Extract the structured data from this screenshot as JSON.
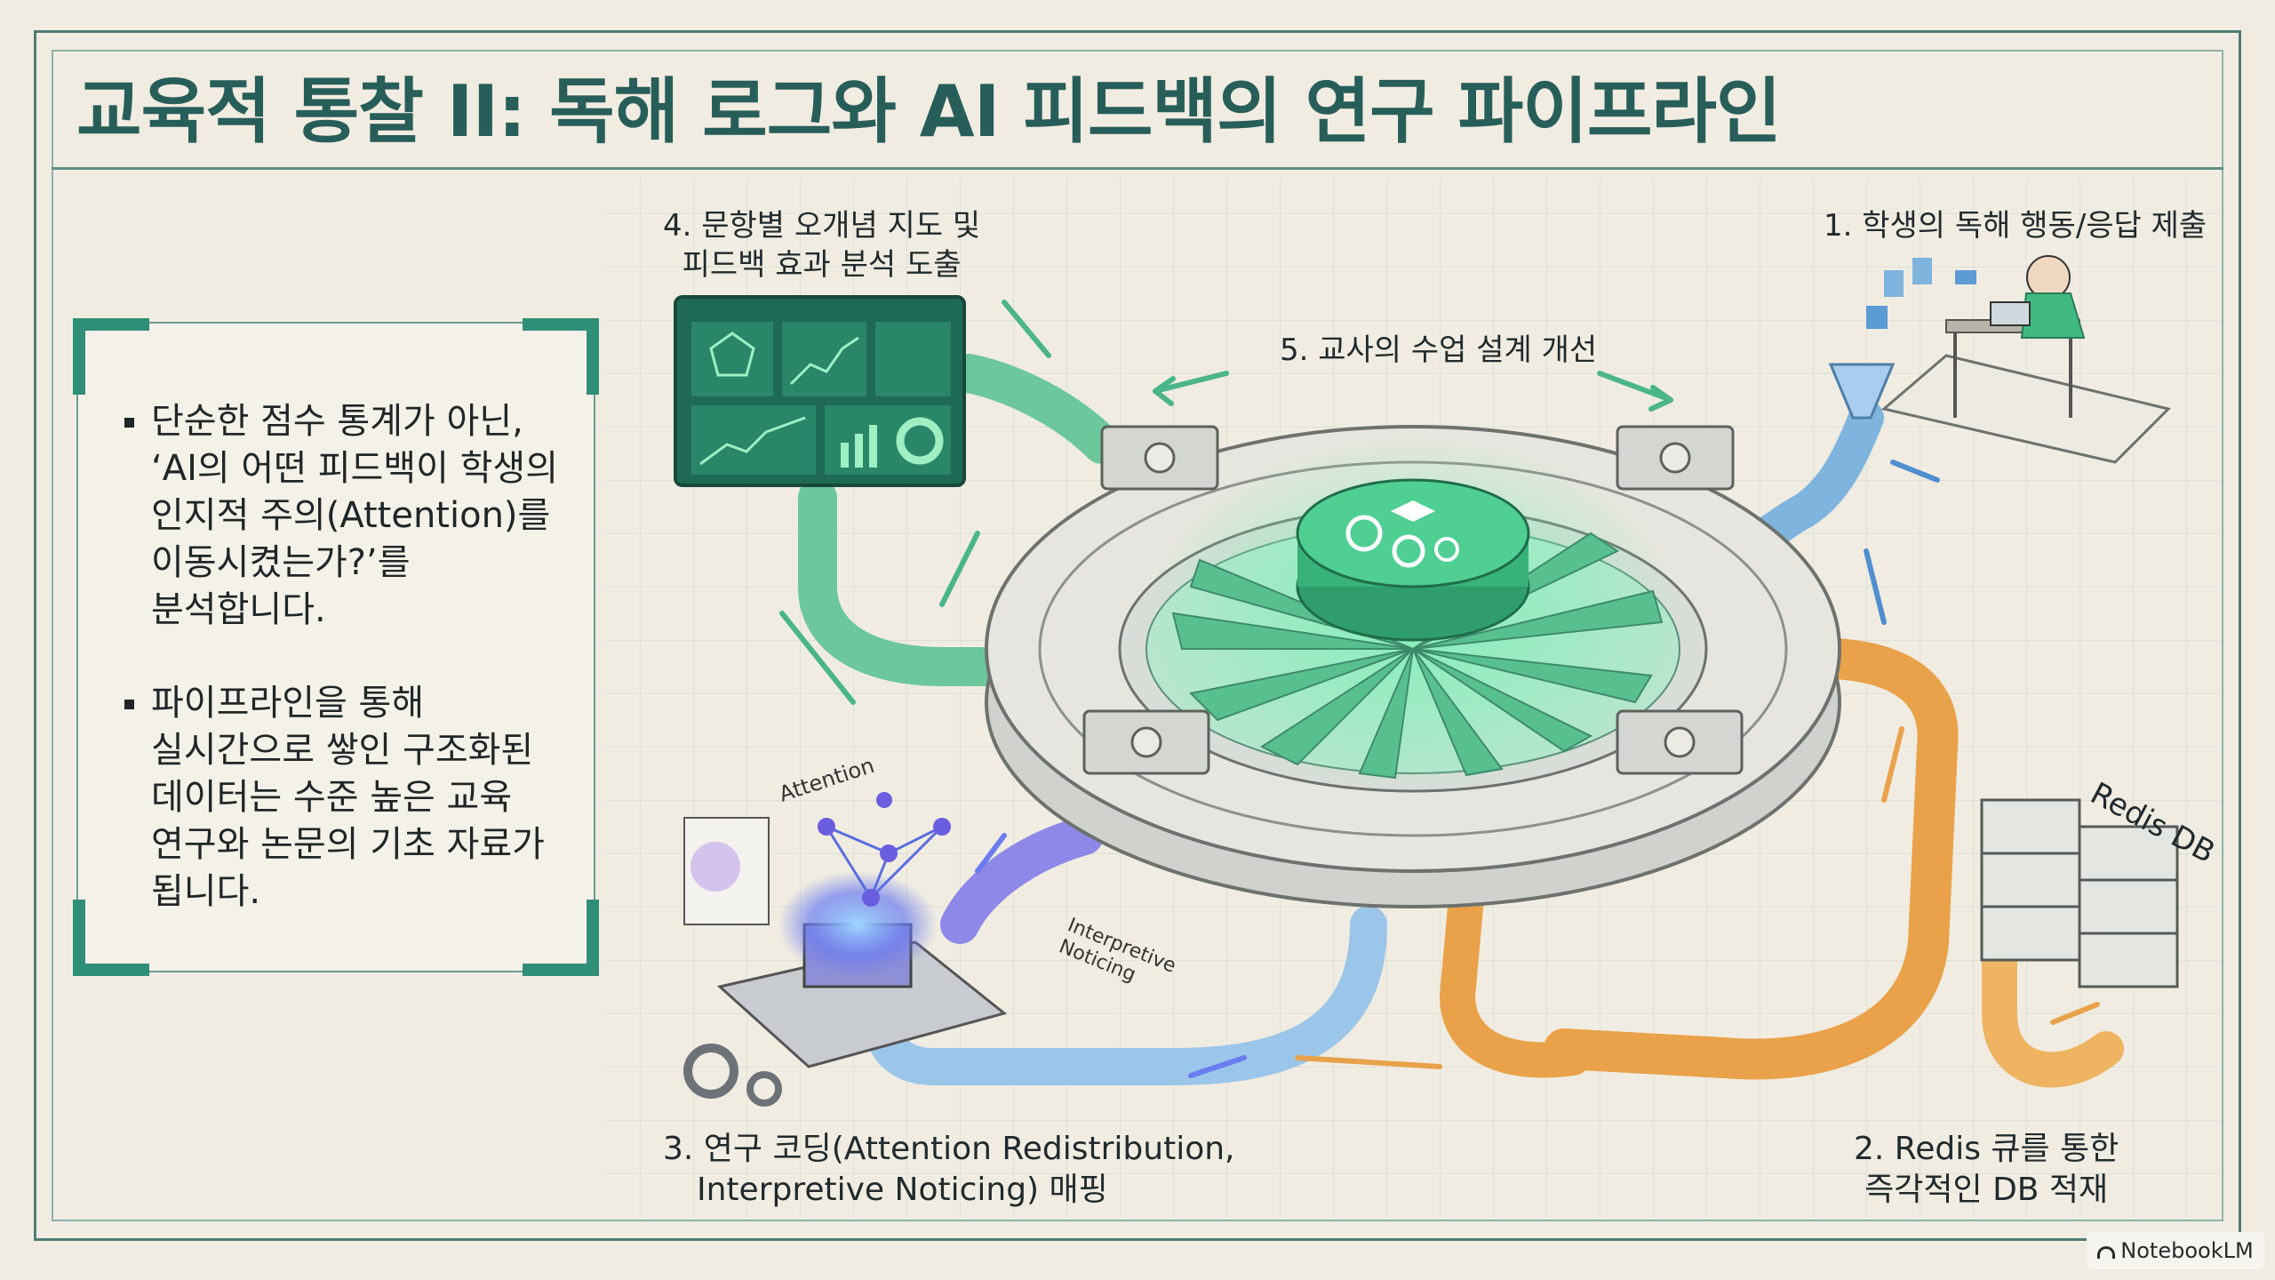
{
  "title": "교육적 통찰 II: 독해 로그와 AI 피드백의 연구 파이프라인",
  "panel": {
    "bullets": [
      {
        "lines": [
          "단순한 점수 통계가 아닌,",
          "‘AI의 어떤 피드백이 학생의",
          "인지적 주의(Attention)를",
          "이동시켰는가?’를",
          "분석합니다."
        ]
      },
      {
        "lines": [
          "파이프라인을 통해",
          "실시간으로 쌓인 구조화된",
          "데이터는 수준 높은 교육",
          "연구와 논문의 기초 자료가",
          "됩니다."
        ]
      }
    ]
  },
  "steps": {
    "step1": {
      "lines": [
        "1. 학생의 독해 행동/응답 제출"
      ]
    },
    "step2": {
      "lines": [
        "2. Redis 큐를 통한",
        "즉각적인 DB 적재"
      ]
    },
    "step3": {
      "lines": [
        "3. 연구 코딩(Attention Redistribution,",
        "Interpretive Noticing) 매핑"
      ]
    },
    "step4": {
      "lines": [
        "4. 문항별 오개념 지도 및",
        "피드백 효과 분석 도출"
      ]
    },
    "step5": {
      "lines": [
        "5. 교사의 수업 설계 개선"
      ]
    }
  },
  "illustration": {
    "redis_label": "Redis DB",
    "attention_label": "Attention",
    "noticing_label": [
      "Interpretive",
      "Noticing"
    ]
  },
  "watermark": "NotebookLM",
  "colors": {
    "title": "#285e5a",
    "accent_green": "#2f8f78",
    "pipe_orange": "#e9a24a",
    "pipe_blue": "#7fb4de",
    "pipe_green": "#6cc79d",
    "core_green": "#3fb981"
  }
}
